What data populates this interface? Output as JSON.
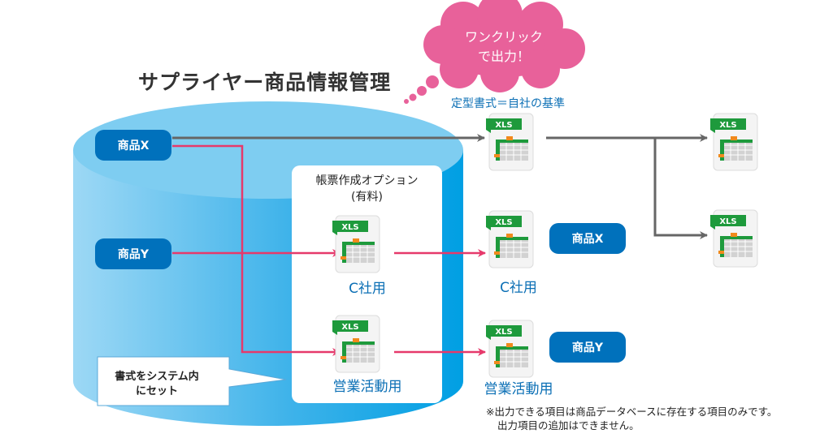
{
  "title": "サプライヤー商品情報管理",
  "cloud": {
    "line1": "ワンクリック",
    "line2": "で出力！",
    "color": "#e8619a"
  },
  "standard_format_label": "定型書式＝自社の基準",
  "database": {
    "products": [
      {
        "label": "商品X"
      },
      {
        "label": "商品Y"
      }
    ],
    "colors": {
      "top": "#7ecdf1",
      "body_light": "#8fd3f4",
      "body_dark": "#009fe3",
      "pill": "#0071bc"
    }
  },
  "option_panel": {
    "title_line1": "帳票作成オプション",
    "title_line2": "(有料)",
    "files": [
      {
        "badge": "XLS",
        "label": "C社用"
      },
      {
        "badge": "XLS",
        "label": "営業活動用"
      }
    ]
  },
  "outputs": {
    "standard": {
      "badge": "XLS"
    },
    "standard_copies": [
      {
        "badge": "XLS"
      },
      {
        "badge": "XLS"
      }
    ],
    "custom": [
      {
        "badge": "XLS",
        "label": "C社用",
        "product": "商品X"
      },
      {
        "badge": "XLS",
        "label": "営業活動用",
        "product": "商品Y"
      }
    ]
  },
  "callout": {
    "line1": "書式をシステム内",
    "line2": "にセット"
  },
  "note": {
    "line1": "※出力できる項目は商品データベースに存在する項目のみです。",
    "line2": "出力項目の追加はできません。"
  },
  "colors": {
    "arrow_gray": "#666666",
    "arrow_pink": "#e6396b",
    "xls_green": "#1e9a3c",
    "xls_orange": "#f08a1c",
    "label_blue": "#0b6fb5"
  }
}
